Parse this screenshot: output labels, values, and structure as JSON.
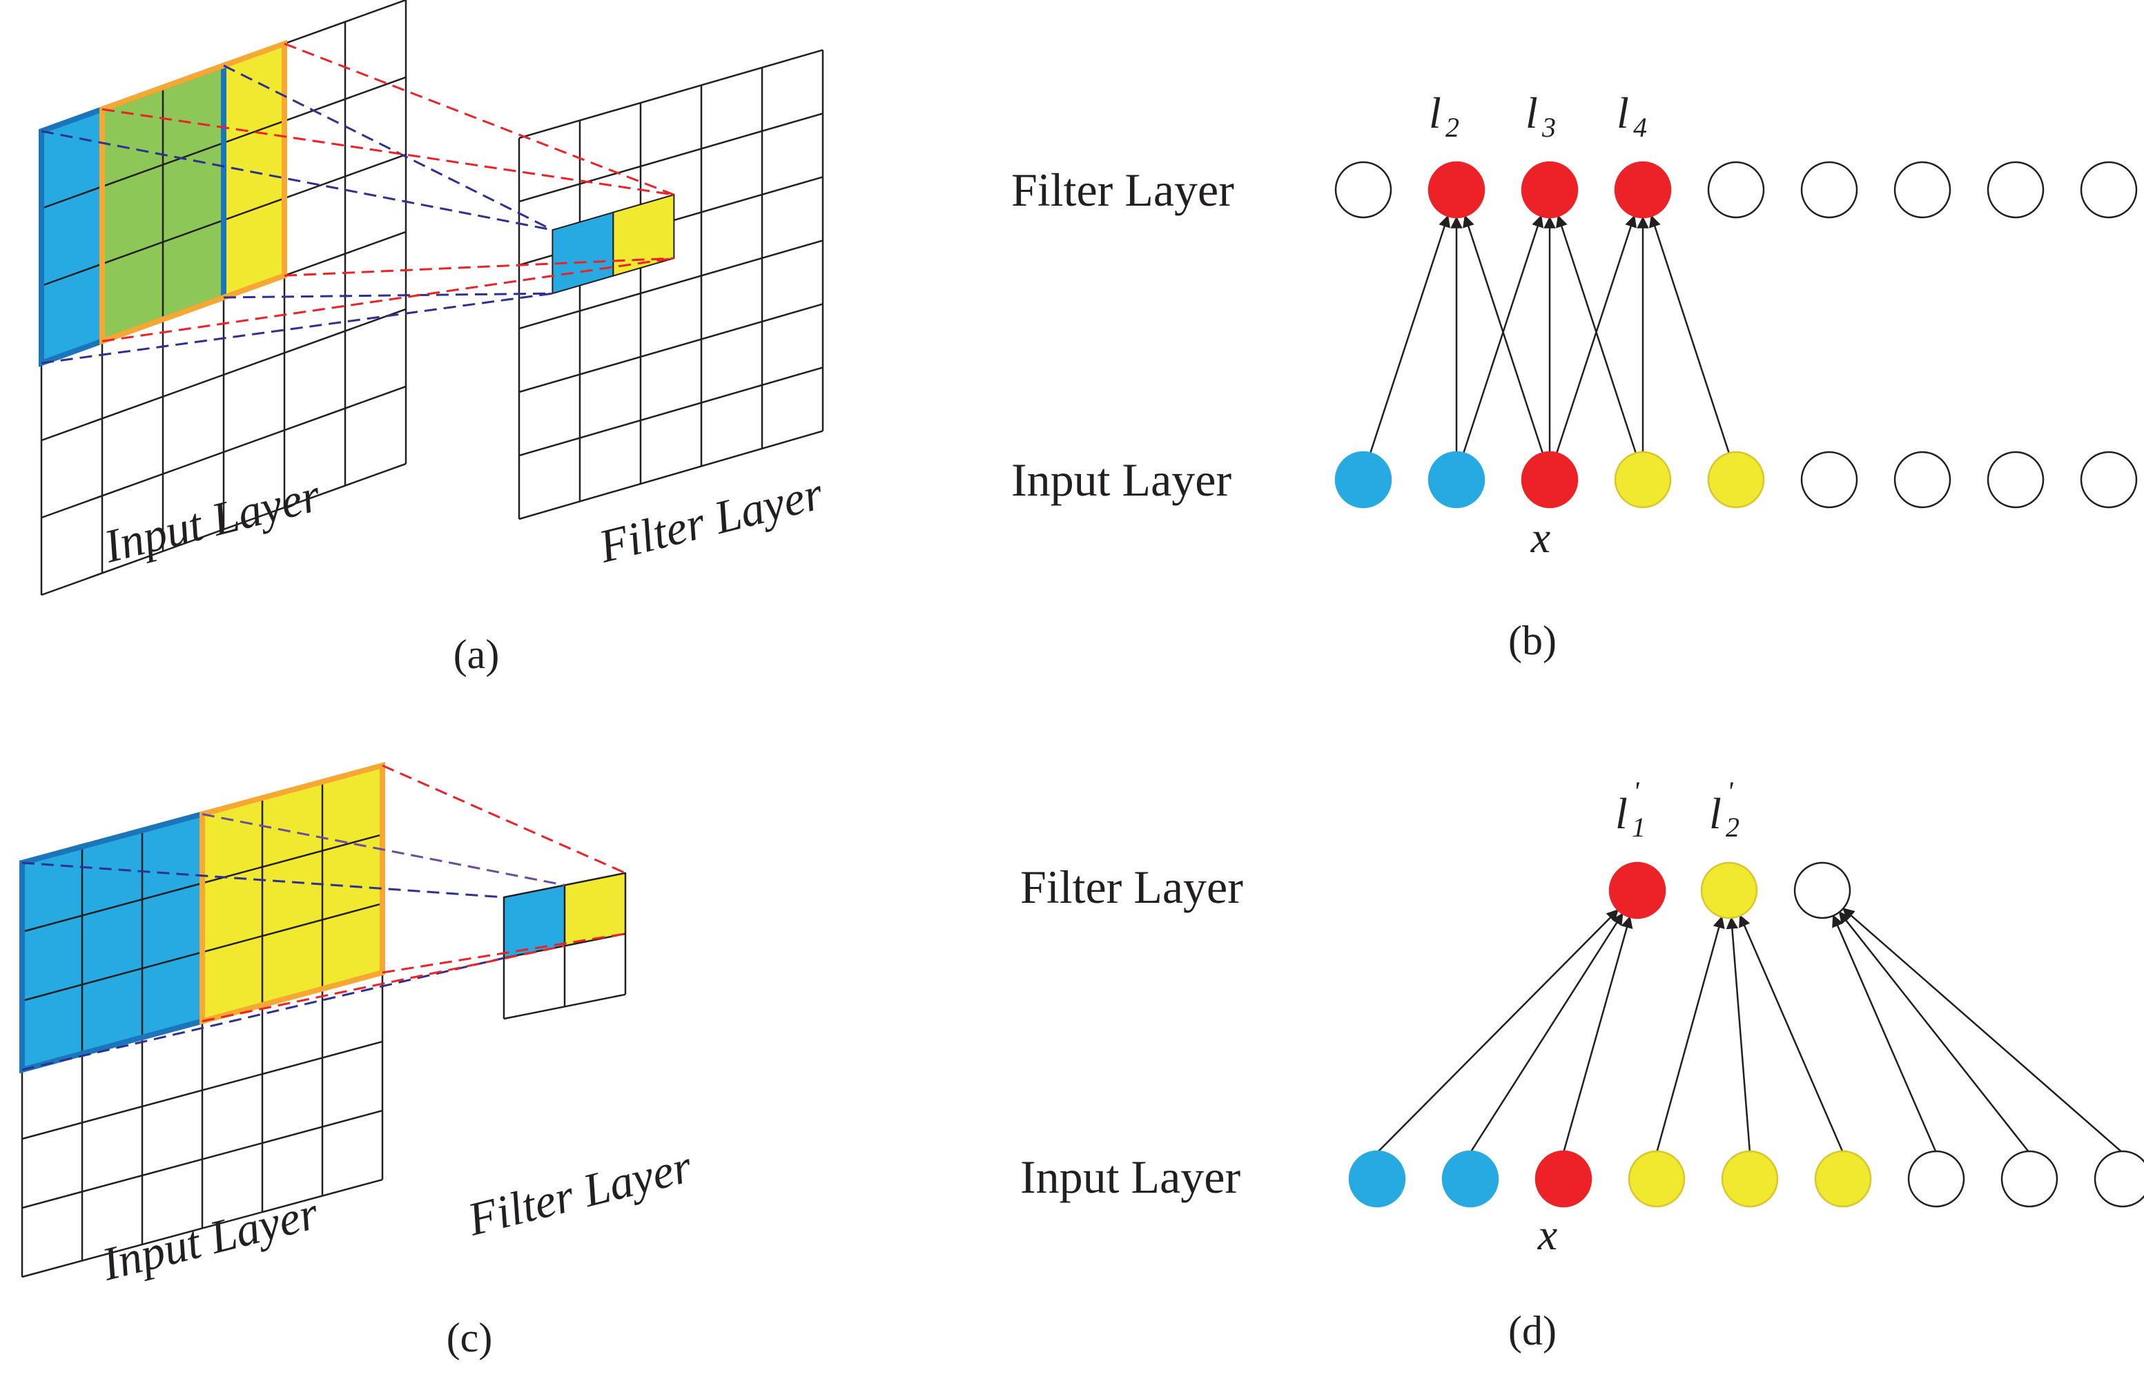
{
  "panel_a": {
    "input_label": "Input Layer",
    "filter_label": "Filter Layer",
    "caption": "(a)"
  },
  "panel_b": {
    "filter_label": "Filter Layer",
    "input_label": "Input Layer",
    "x_label": "x",
    "filter_node_labels": [
      {
        "base": "l",
        "sub": "2"
      },
      {
        "base": "l",
        "sub": "3"
      },
      {
        "base": "l",
        "sub": "4"
      }
    ],
    "caption": "(b)",
    "filter_node_colors": [
      "white",
      "red",
      "red",
      "red",
      "white",
      "white",
      "white",
      "white",
      "white"
    ],
    "input_node_colors": [
      "blue",
      "blue",
      "red",
      "yellow",
      "yellow",
      "white",
      "white",
      "white",
      "white"
    ]
  },
  "panel_c": {
    "input_label": "Input Layer",
    "filter_label": "Filter Layer",
    "caption": "(c)"
  },
  "panel_d": {
    "filter_label": "Filter Layer",
    "input_label": "Input Layer",
    "x_label": "x",
    "filter_node_labels": [
      {
        "base": "l",
        "sub": "1",
        "sup": "'"
      },
      {
        "base": "l",
        "sub": "2",
        "sup": "'"
      }
    ],
    "caption": "(d)",
    "filter_node_colors": [
      "red",
      "yellow",
      "white"
    ],
    "input_node_colors": [
      "blue",
      "blue",
      "red",
      "yellow",
      "yellow",
      "yellow",
      "white",
      "white",
      "white"
    ]
  },
  "colors": {
    "red": "#ec2227",
    "blue": "#27aae1",
    "yellow": "#f1e92f",
    "green": "#8cc757",
    "orange": "#f7a833",
    "dark_blue": "#1b75bb",
    "dash_red": "#ec2227",
    "dash_navy": "#2e3192",
    "dash_purple": "#6a4ca0",
    "white": "#ffffff"
  }
}
